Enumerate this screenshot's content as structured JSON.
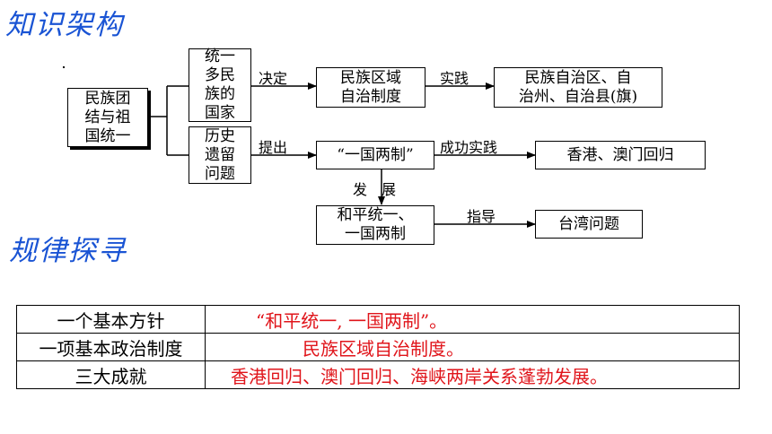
{
  "headings": {
    "knowledge": "知识架构",
    "rules": "规律探寻"
  },
  "diagram": {
    "root": "民族团\n结与祖\n国统一",
    "top_branch": "统一\n多民\n族的\n国家",
    "bottom_branch": "历史\n遗留\n问题",
    "regional_autonomy": "民族区域\n自治制度",
    "autonomous_areas": "民族自治区、自\n治州、自治县(旗)",
    "one_country": "“一国两制”",
    "hk_macau": "香港、澳门回归",
    "peaceful_unification": "和平统一、\n一国两制",
    "taiwan": "台湾问题",
    "label_decide": "决定",
    "label_practice": "实践",
    "label_propose": "提出",
    "label_success_practice": "成功实践",
    "label_develop": "发　展",
    "label_guide": "指导"
  },
  "summary_table": {
    "rows": [
      {
        "key": "一个基本方针",
        "value": "“和平统一, 一国两制”。"
      },
      {
        "key": "一项基本政治制度",
        "value": "民族区域自治制度。"
      },
      {
        "key": "三大成就",
        "value": "香港回归、澳门回归、海峡两岸关系蓬勃发展。"
      }
    ]
  },
  "colors": {
    "heading": "#1a54d4",
    "answer_text": "#e0151b"
  }
}
